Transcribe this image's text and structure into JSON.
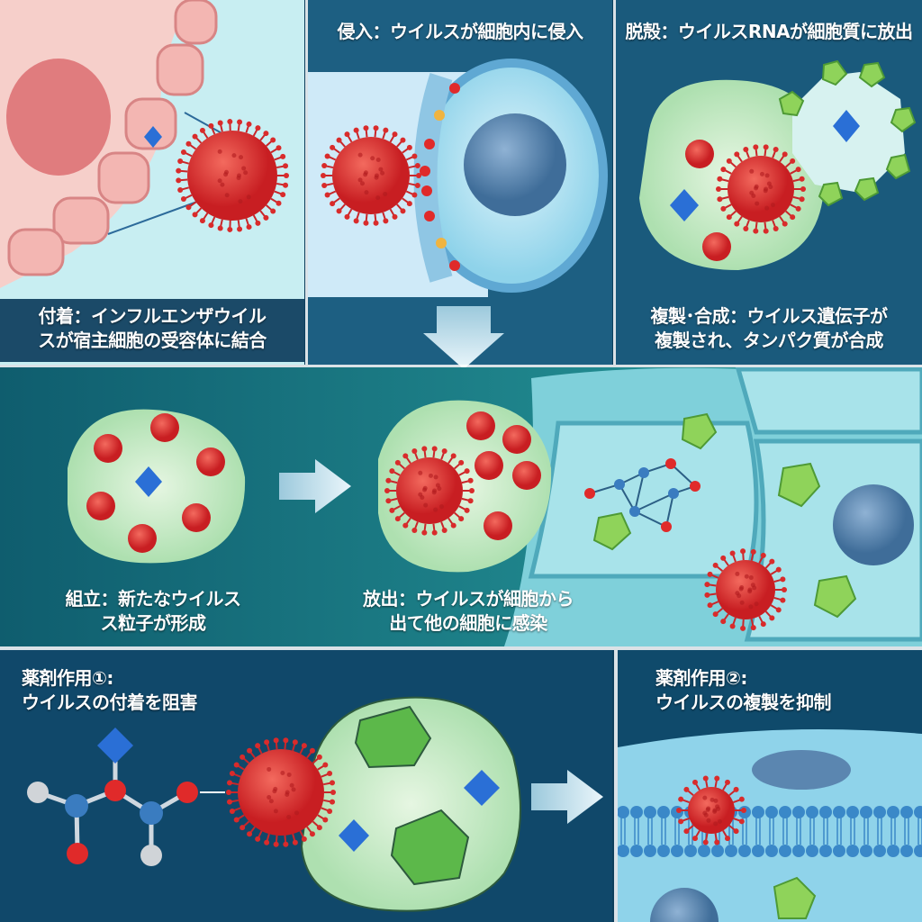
{
  "panels": {
    "attachment": {
      "line1": "付着：インフルエンザウイル",
      "line2": "スが宿主細胞の受容体に結合"
    },
    "entry": {
      "line1": "侵入：ウイルスが細胞内に侵入"
    },
    "uncoating": {
      "line1": "脱殻：ウイルスRNAが細胞質に放出"
    },
    "replication": {
      "line1": "複製･合成：ウイルス遺伝子が",
      "line2": "複製され、タンパク質が合成"
    },
    "assembly": {
      "line1": "組立：新たなウイルス",
      "line2": "ス粒子が形成"
    },
    "release": {
      "line1": "放出：ウイルスが細胞から",
      "line2": "出て他の細胞に感染"
    },
    "drug1": {
      "line1": "薬剤作用①:",
      "line2": "ウイルスの付着を阻害"
    },
    "drug2": {
      "line1": "薬剤作用②:",
      "line2": "ウイルスの複製を抑制"
    }
  },
  "colors": {
    "virus": "#d92b2b",
    "cytoplasm": "#cfeccd",
    "nucleus": "#5b86b0",
    "frame": "#0d3f5c",
    "protein": "#8fd35a",
    "rna": "#2a6fd6"
  }
}
